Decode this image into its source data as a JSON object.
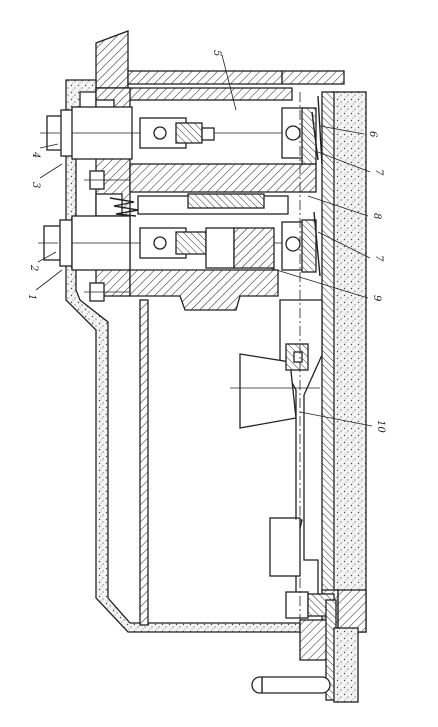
{
  "figure": {
    "callouts": {
      "c1": "1",
      "c2": "2",
      "c3": "3",
      "c4": "4",
      "c5": "5",
      "c6": "6",
      "c7a": "7",
      "c7b": "7",
      "c8": "8",
      "c9": "9",
      "c10": "10"
    }
  }
}
